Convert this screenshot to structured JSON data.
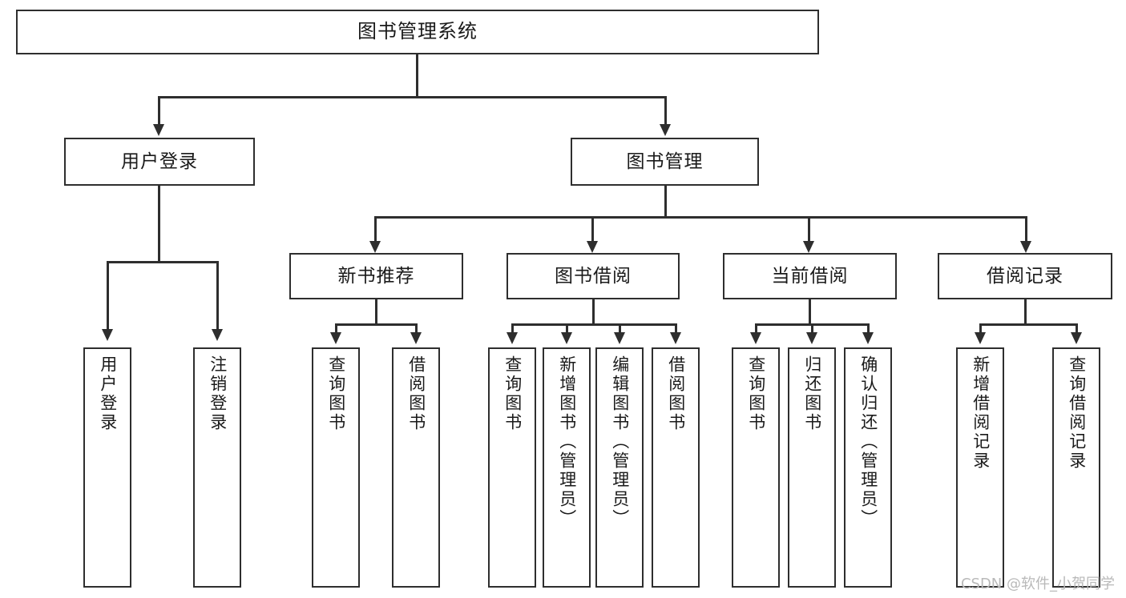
{
  "diagram": {
    "title": "图书管理系统",
    "watermark": "CSDN @软件_小贺同学",
    "colors": {
      "stroke": "#2e2e2e",
      "fill": "#ffffff",
      "text": "#1a1a1a",
      "watermark": "#b9b9b9"
    },
    "root": {
      "label": "图书管理系统"
    },
    "level2": [
      {
        "label": "用户登录"
      },
      {
        "label": "图书管理"
      }
    ],
    "level3": [
      {
        "label": "新书推荐"
      },
      {
        "label": "图书借阅"
      },
      {
        "label": "当前借阅"
      },
      {
        "label": "借阅记录"
      }
    ],
    "leaves": {
      "user_login": [
        {
          "label": "用户登录"
        },
        {
          "label": "注销登录"
        }
      ],
      "new_book": [
        {
          "label": "查询图书"
        },
        {
          "label": "借阅图书"
        }
      ],
      "borrow_book": [
        {
          "label": "查询图书"
        },
        {
          "label": "新增图书（管理员）"
        },
        {
          "label": "编辑图书（管理员）"
        },
        {
          "label": "借阅图书"
        }
      ],
      "current_borrow": [
        {
          "label": "查询图书"
        },
        {
          "label": "归还图书"
        },
        {
          "label": "确认归还（管理员）"
        }
      ],
      "borrow_record": [
        {
          "label": "新增借阅记录"
        },
        {
          "label": "查询借阅记录"
        }
      ]
    }
  }
}
